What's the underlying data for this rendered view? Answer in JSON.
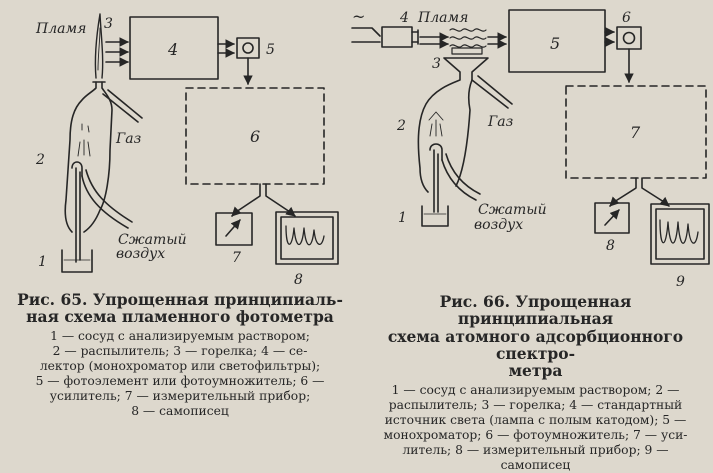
{
  "fig65": {
    "labels": {
      "flame": "Пламя",
      "gas": "Газ",
      "air1": "Сжатый",
      "air2": "воздух",
      "n1": "1",
      "n2": "2",
      "n3": "3",
      "n4": "4",
      "n5": "5",
      "n6": "6",
      "n7": "7",
      "n8": "8"
    },
    "caption_title": "Рис. 65. Упрощенная принципиаль-\nная схема пламенного фотометра",
    "caption_text": "1 — сосуд с анализируемым раствором;\n2 — распылитель; 3 — горелка; 4 — се-\nлектор (монохроматор или светофильтры);\n5 — фотоэлемент или фотоумножитель; 6 —\nусилитель; 7 — измерительный прибор;\n8 — самописец"
  },
  "fig66": {
    "labels": {
      "tilde": "~",
      "flame": "Пламя",
      "gas": "Газ",
      "air1": "Сжатый",
      "air2": "воздух",
      "n1": "1",
      "n2": "2",
      "n3": "3",
      "n4": "4",
      "n5": "5",
      "n6": "6",
      "n7": "7",
      "n8": "8",
      "n9": "9"
    },
    "caption_title": "Рис. 66. Упрощенная принципиальная\nсхема атомного адсорбционного спектро-\nметра",
    "caption_text": "1 — сосуд с анализируемым раствором; 2 —\nраспылитель; 3 — горелка; 4 — стандартный\nисточник света (лампа с полым катодом); 5 —\nмонохроматор; 6 — фотоумножитель; 7 — уси-\nлитель; 8 — измерительный прибор; 9 —\nсамописец"
  }
}
